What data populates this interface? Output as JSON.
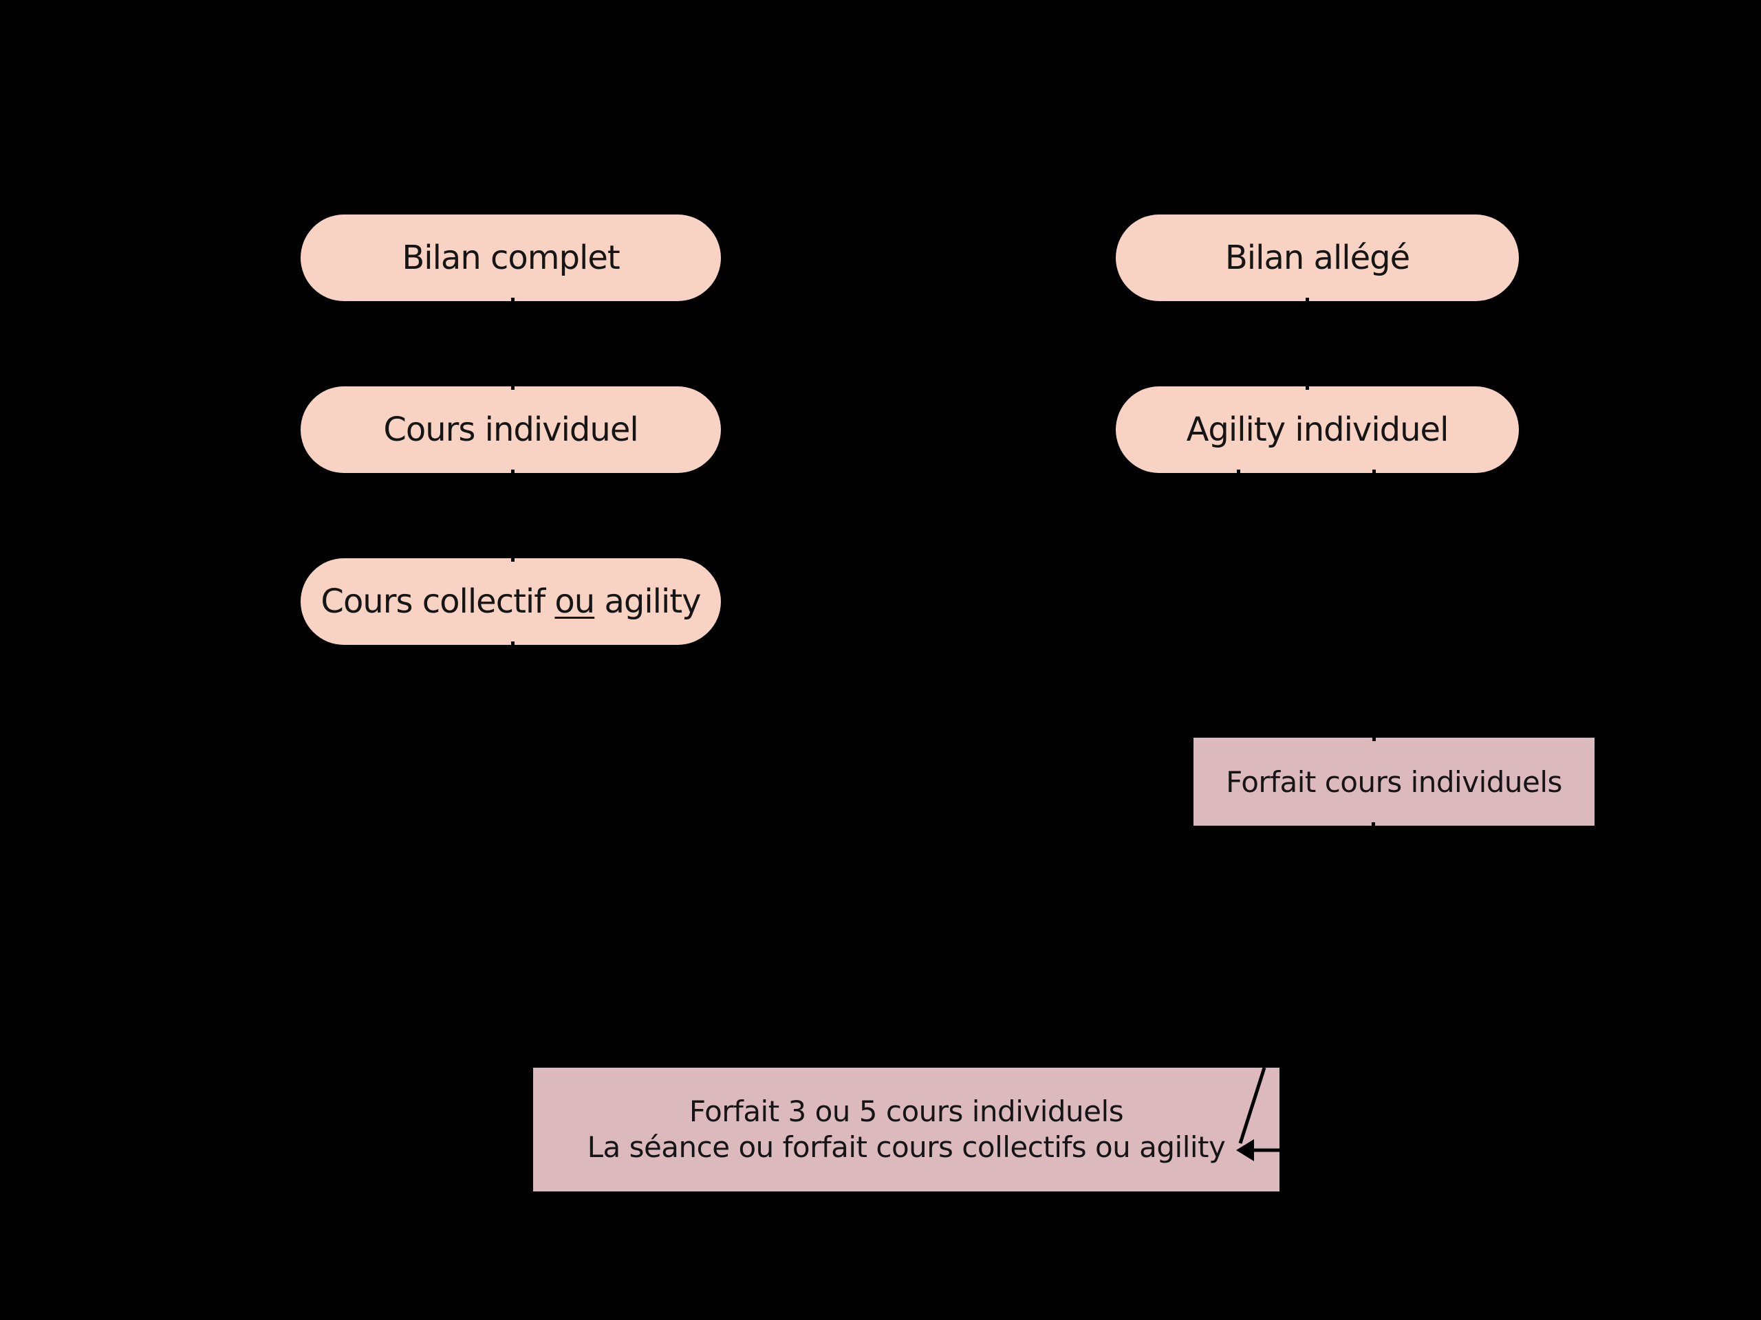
{
  "diagram": {
    "background": "#000000",
    "pill_fill": "#f8d3c3",
    "rect_fill": "#dcb9bd",
    "text_color": "#151515",
    "line_color": "#000000",
    "nodes": {
      "bilan_complet": "Bilan complet",
      "bilan_allege": "Bilan allégé",
      "cours_individuel": "Cours individuel",
      "agility_individuel": "Agility individuel",
      "cours_collectif_prefix": "Cours collectif ",
      "cours_collectif_ou": "ou",
      "cours_collectif_suffix": " agility",
      "forfait_individuels": "Forfait cours individuels",
      "forfait_combo_line1": "Forfait 3 ou 5 cours individuels",
      "forfait_combo_line2": "La séance ou forfait cours collectifs ou agility"
    }
  }
}
